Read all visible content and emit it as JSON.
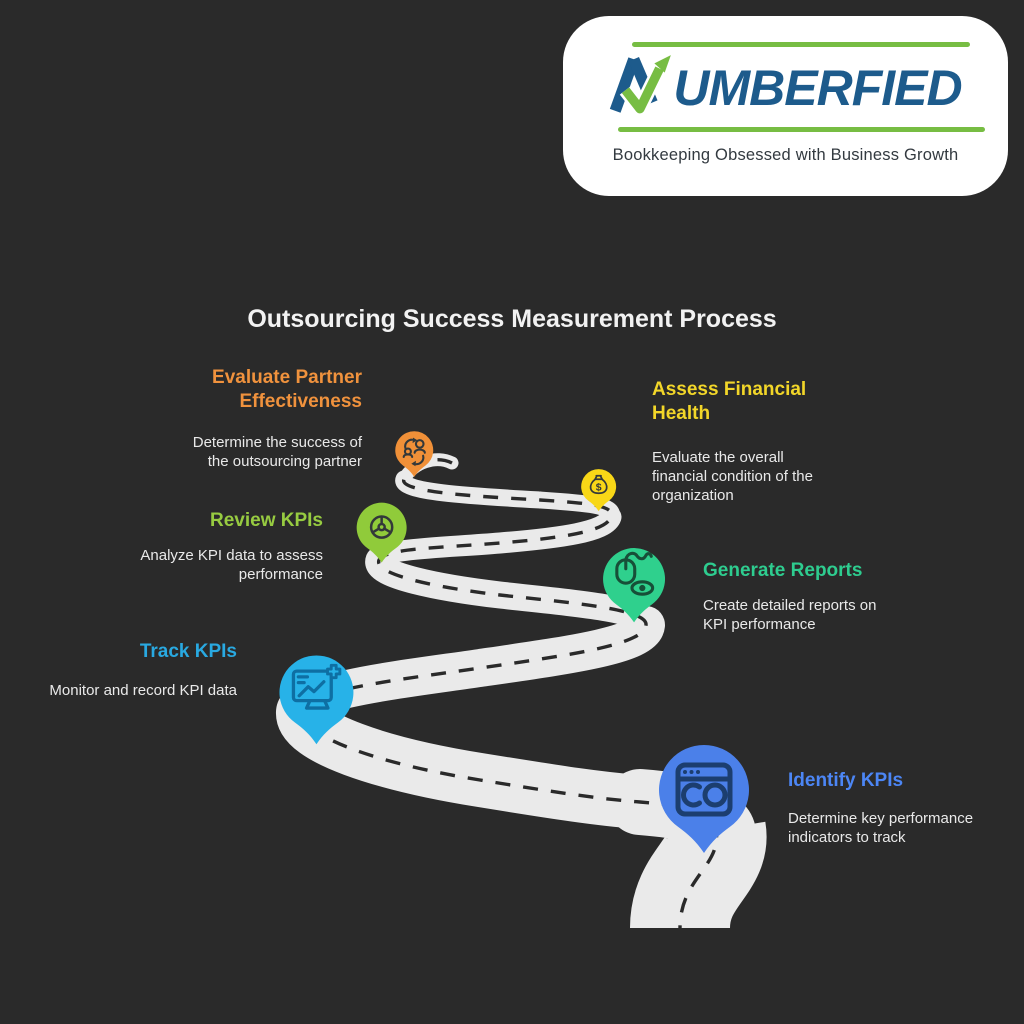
{
  "background_color": "#2a2a2a",
  "logo": {
    "brand": "NUMBERFIED",
    "brand_rest": "UMBERFIED",
    "tagline": "Bookkeeping Obsessed with Business Growth",
    "brand_color": "#1d5b8c",
    "accent_green": "#77bd43",
    "card_bg": "#ffffff"
  },
  "title": {
    "text": "Outsourcing Success Measurement Process",
    "color": "#f2f2f2"
  },
  "road": {
    "surface_color": "#eaeaea",
    "dash_color": "#2a2a2a"
  },
  "milestones": [
    {
      "id": "evaluate-partner-effectiveness",
      "label": "Evaluate Partner Effectiveness",
      "label_lines": [
        "Evaluate Partner",
        "Effectiveness"
      ],
      "description": "Determine the success of the outsourcing partner",
      "desc_lines": [
        "Determine the success of",
        "the outsourcing partner"
      ],
      "color": "#f0923d",
      "pin_color": "#f09038",
      "icon_color": "#33383a",
      "icon": "people-exchange-icon"
    },
    {
      "id": "assess-financial-health",
      "label": "Assess Financial Health",
      "label_lines": [
        "Assess Financial",
        "Health"
      ],
      "description": "Evaluate the overall financial condition of the organization",
      "desc_lines": [
        "Evaluate the overall",
        "financial condition of the",
        "organization"
      ],
      "color": "#f2d629",
      "pin_color": "#f8d717",
      "icon_color": "#33383a",
      "icon": "money-bag-icon",
      "icon_glyph": "$"
    },
    {
      "id": "review-kpis",
      "label": "Review KPIs",
      "label_lines": [
        "Review KPIs"
      ],
      "description": "Analyze KPI data to assess performance",
      "desc_lines": [
        "Analyze KPI data to assess",
        "performance"
      ],
      "color": "#97cb41",
      "pin_color": "#90cb3a",
      "icon_color": "#33383a",
      "icon": "wheel-icon"
    },
    {
      "id": "generate-reports",
      "label": "Generate Reports",
      "label_lines": [
        "Generate Reports"
      ],
      "description": "Create detailed reports on KPI performance",
      "desc_lines": [
        "Create detailed reports on",
        "KPI performance"
      ],
      "color": "#2ecc8f",
      "pin_color": "#2fd08d",
      "icon_color": "#174f38",
      "icon": "mouse-eye-icon"
    },
    {
      "id": "track-kpis",
      "label": "Track KPIs",
      "label_lines": [
        "Track KPIs"
      ],
      "description": "Monitor and record KPI data",
      "desc_lines": [
        "Monitor and record KPI data"
      ],
      "color": "#29a9e1",
      "pin_color": "#27b2e8",
      "icon_color": "#0e6fa3",
      "icon": "monitor-chart-icon"
    },
    {
      "id": "identify-kpis",
      "label": "Identify KPIs",
      "label_lines": [
        "Identify KPIs"
      ],
      "description": "Determine key performance indicators to track",
      "desc_lines": [
        "Determine key performance",
        "indicators to track"
      ],
      "color": "#4c86f5",
      "pin_color": "#4b80e9",
      "icon_color": "#1c3e6f",
      "icon": "browser-rings-icon"
    }
  ]
}
